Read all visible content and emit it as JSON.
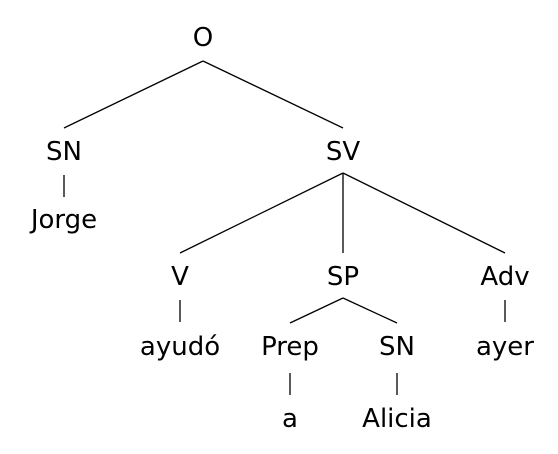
{
  "tree": {
    "root": "O",
    "nodes": {
      "O": "O",
      "SN_subject": "SN",
      "Jorge": "Jorge",
      "SV": "SV",
      "V": "V",
      "ayudo": "ayudó",
      "SP": "SP",
      "Prep": "Prep",
      "a": "a",
      "SN_object": "SN",
      "Alicia": "Alicia",
      "Adv": "Adv",
      "ayer": "ayer"
    },
    "edges": [
      [
        "O",
        "SN_subject"
      ],
      [
        "O",
        "SV"
      ],
      [
        "SN_subject",
        "Jorge"
      ],
      [
        "SV",
        "V"
      ],
      [
        "SV",
        "SP"
      ],
      [
        "SV",
        "Adv"
      ],
      [
        "V",
        "ayudo"
      ],
      [
        "SP",
        "Prep"
      ],
      [
        "SP",
        "SN_object"
      ],
      [
        "Prep",
        "a"
      ],
      [
        "SN_object",
        "Alicia"
      ],
      [
        "Adv",
        "ayer"
      ]
    ]
  }
}
